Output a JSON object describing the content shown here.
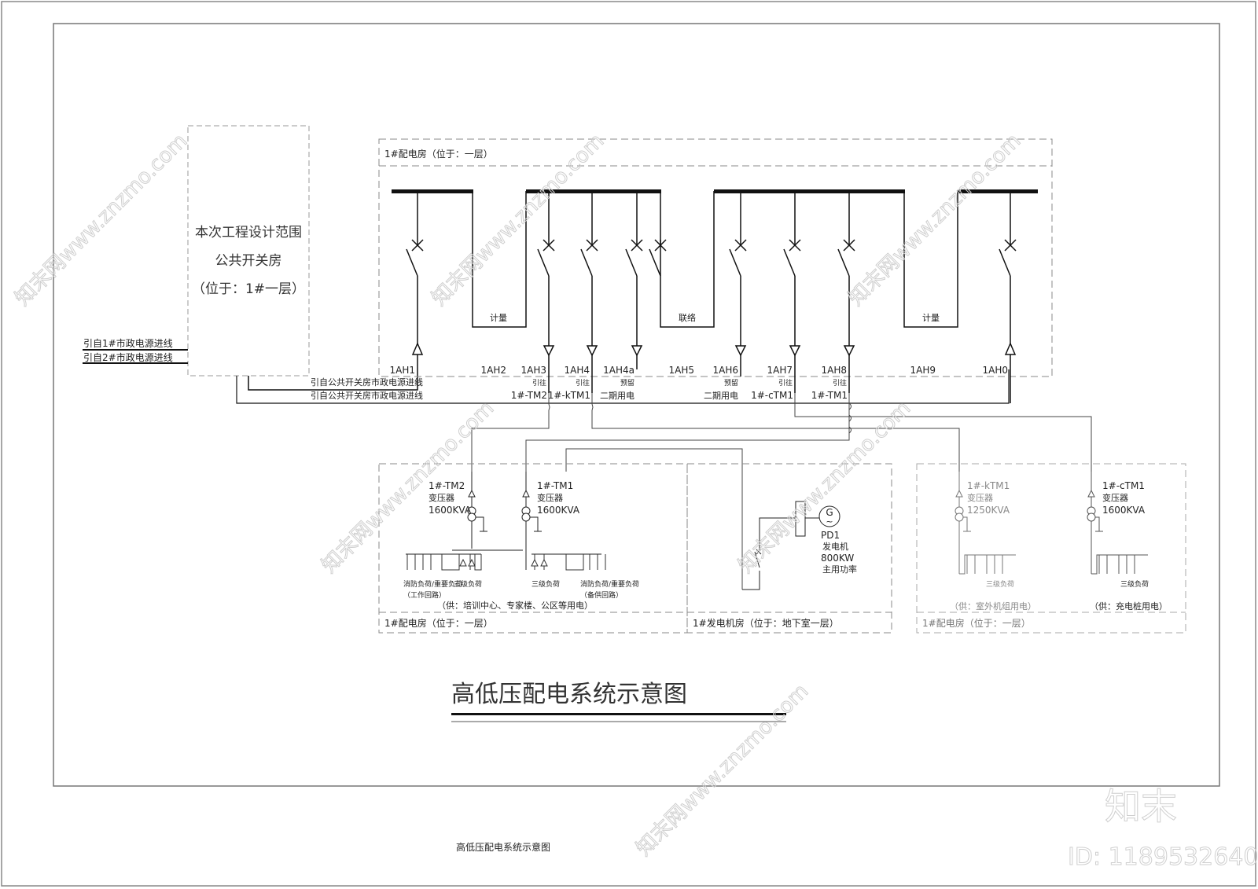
{
  "frame": {
    "outer": [
      2,
      2,
      1595,
      1125
    ],
    "inner": [
      68,
      30,
      1551,
      1000
    ]
  },
  "public_switch_room": {
    "lines": [
      "本次工程设计范围",
      "公共开关房",
      "（位于：1#一层）"
    ]
  },
  "incoming_lines": {
    "line1": "引自1#市政电源进线",
    "line2": "引自2#市政电源进线",
    "from_public_1": "引自公共开关房市政电源进线",
    "from_public_2": "引自公共开关房市政电源进线"
  },
  "hv_room": {
    "title": "1#配电房（位于：一层）",
    "segments": [
      {
        "label": "计量"
      },
      {
        "label": "联络"
      },
      {
        "label": "计量"
      }
    ],
    "cabinets": [
      {
        "id": "1AH1",
        "note1": "",
        "note2": ""
      },
      {
        "id": "1AH2",
        "note1": "",
        "note2": ""
      },
      {
        "id": "1AH3",
        "note1": "引往",
        "note2": "1#-TM2"
      },
      {
        "id": "1AH4",
        "note1": "引往",
        "note2": "1#-kTM1"
      },
      {
        "id": "1AH4a",
        "note1": "预留",
        "note2": "二期用电"
      },
      {
        "id": "1AH5",
        "note1": "",
        "note2": ""
      },
      {
        "id": "1AH6",
        "note1": "预留",
        "note2": "二期用电"
      },
      {
        "id": "1AH7",
        "note1": "引往",
        "note2": "1#-cTM1"
      },
      {
        "id": "1AH8",
        "note1": "引往",
        "note2": "1#-TM1"
      },
      {
        "id": "1AH9",
        "note1": "",
        "note2": ""
      },
      {
        "id": "1AH0",
        "note1": "",
        "note2": ""
      }
    ]
  },
  "lv_rooms": [
    {
      "title": "1#配电房（位于：一层）",
      "supply_note": "（供：培训中心、专家楼、公区等用电）",
      "transformers": [
        {
          "name": "1#-TM2",
          "type": "变压器",
          "rating": "1600KVA"
        },
        {
          "name": "1#-TM1",
          "type": "变压器",
          "rating": "1600KVA"
        }
      ],
      "load_labels": [
        "消防负荷/重要负荷",
        "（工作回路）",
        "三级负荷",
        "三级负荷",
        "消防负荷/重要负荷",
        "（备供回路）"
      ]
    },
    {
      "title": "1#发电机房（位于：地下室一层）",
      "generator": {
        "name": "PD1",
        "type": "发电机",
        "rating": "800KW",
        "mode": "主用功率",
        "symbol": "G"
      }
    },
    {
      "title": "1#配电房（位于：一层）",
      "transformers": [
        {
          "name": "1#-kTM1",
          "type": "变压器",
          "rating": "1250KVA",
          "load": "三级负荷",
          "supply_note": "（供：室外机组用电）"
        },
        {
          "name": "1#-cTM1",
          "type": "变压器",
          "rating": "1600KVA",
          "load": "三级负荷",
          "supply_note": "（供：充电桩用电）"
        }
      ]
    }
  ],
  "drawing_title": "高低压配电系统示意图",
  "footer_caption": "高低压配电系统示意图",
  "watermark": {
    "brand": "知末",
    "id": "ID: 1189532640",
    "url": "知末网www.znzmo.com"
  },
  "colors": {
    "line": "#111111",
    "dashed": "#8a8a8a",
    "frame": "#777777",
    "faded": "#aaaaaa"
  }
}
